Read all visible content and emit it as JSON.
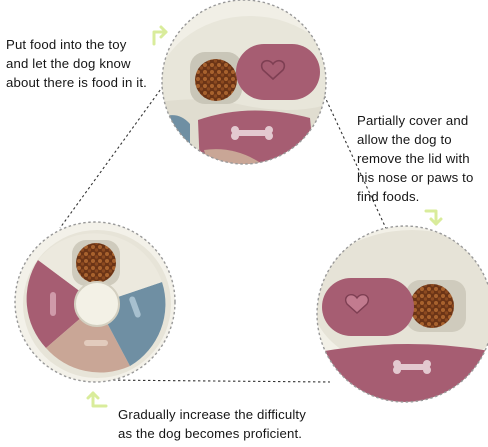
{
  "captions": {
    "step1": [
      "Put food into the toy",
      "and let the dog know",
      "about there is food in it."
    ],
    "step2": [
      "Partially cover and",
      "allow the dog to",
      "remove the lid with",
      "his nose or paws to",
      "find foods."
    ],
    "step3": [
      "Gradually increase the difficulty",
      "as the dog becomes proficient."
    ]
  },
  "colors": {
    "arrow": "#d9ec9b",
    "toy_base": "#eae8dd",
    "cover_pink": "#a65d72",
    "cover_blue": "#6f8fa3",
    "cover_beige": "#c9a696",
    "kibble": "#8a4a22"
  },
  "icons": [
    "arrow-icon",
    "arrow-icon",
    "arrow-icon",
    "bone-icon",
    "heart-icon"
  ]
}
